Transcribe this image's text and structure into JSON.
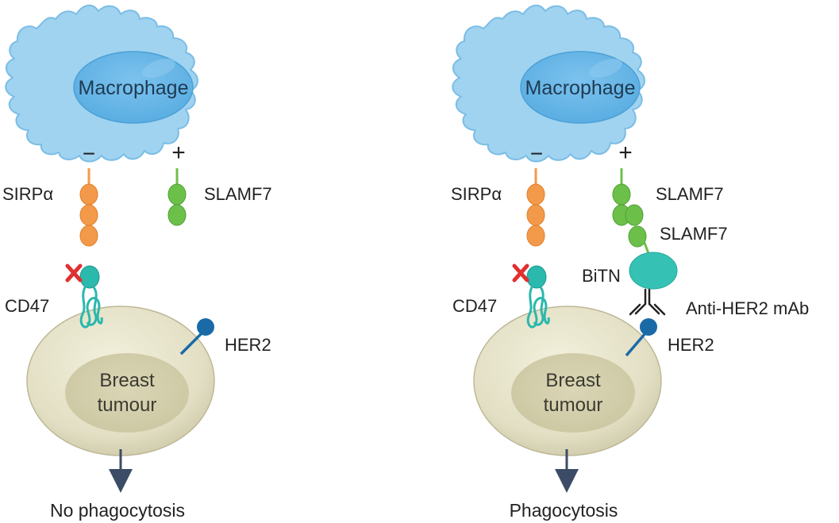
{
  "panels": [
    {
      "macrophage_label": "Macrophage",
      "minus_sign": "−",
      "plus_sign": "+",
      "sirpa_label": "SIRPα",
      "slamf7_label": "SLAMF7",
      "cd47_label": "CD47",
      "her2_label": "HER2",
      "tumour_line1": "Breast",
      "tumour_line2": "tumour",
      "outcome": "No phagocytosis"
    },
    {
      "macrophage_label": "Macrophage",
      "minus_sign": "−",
      "plus_sign": "+",
      "sirpa_label": "SIRPα",
      "slamf7_label": "SLAMF7",
      "slamf7_second_label": "SLAMF7",
      "bitn_label": "BiTN",
      "antibody_label": "Anti-HER2 mAb",
      "cd47_label": "CD47",
      "her2_label": "HER2",
      "tumour_line1": "Breast",
      "tumour_line2": "tumour",
      "outcome": "Phagocytosis"
    }
  ],
  "colors": {
    "macrophage_fill": "#9fd3f0",
    "nucleus_fill": "#66b5e6",
    "sirpa": "#f39a4a",
    "slamf7": "#6cc04a",
    "cd47": "#2bb8ad",
    "her2": "#1a6aa8",
    "bitn": "#35c2b5",
    "block_x": "#e03030",
    "tumour_fill": "#e6e4cc",
    "arrow": "#3c4c66"
  }
}
